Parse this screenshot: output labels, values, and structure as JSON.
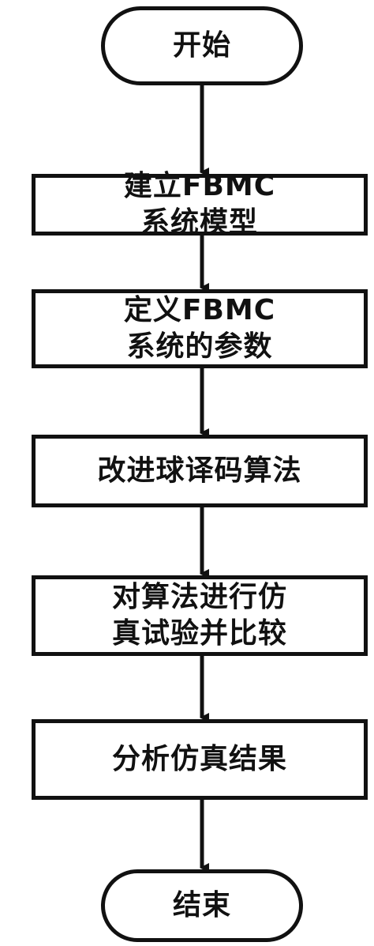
{
  "flowchart": {
    "start": {
      "label": "开始"
    },
    "steps": [
      {
        "line1": "建立FBMC",
        "line2": "系统模型"
      },
      {
        "line1": "定义FBMC",
        "line2": "系统的参数"
      },
      {
        "line1": "改进球译码算法"
      },
      {
        "line1": "对算法进行仿",
        "line2": "真试验并比较"
      },
      {
        "line1": "分析仿真结果"
      }
    ],
    "end": {
      "label": "结束"
    }
  },
  "colors": {
    "stroke": "#111111",
    "background": "#ffffff"
  }
}
